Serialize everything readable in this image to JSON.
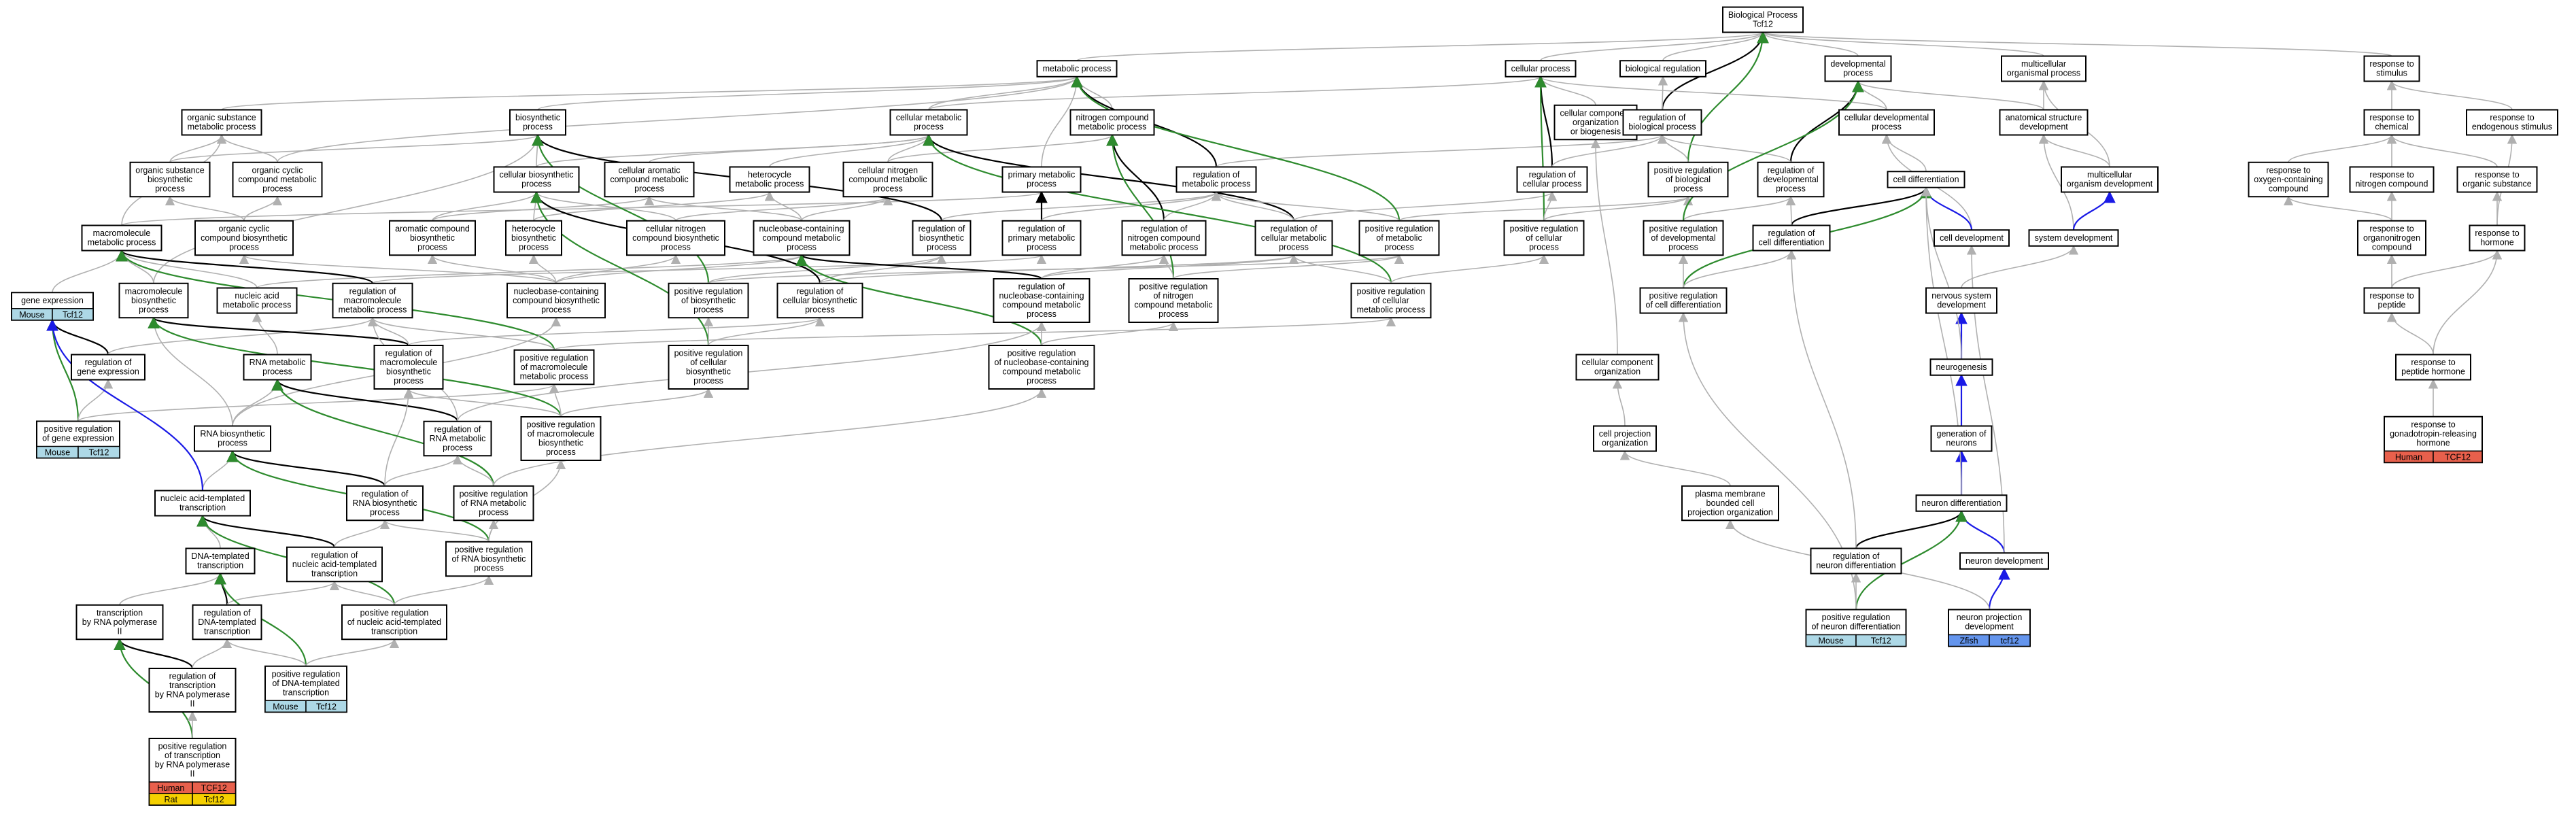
{
  "colors": {
    "edge_is_a": "#b0b0b0",
    "edge_regulates": "#000000",
    "edge_positively_regulates": "#2e8b2e",
    "edge_part_of": "#1a1ae6",
    "tag_mouse": "#add8e6",
    "tag_human": "#e8604c",
    "tag_rat": "#f5d000",
    "tag_zfish": "#6495ed"
  },
  "nodes": [
    {
      "id": "bp",
      "lines": [
        "Biological Process",
        "Tcf12"
      ]
    },
    {
      "id": "metabolic",
      "lines": [
        "metabolic process"
      ]
    },
    {
      "id": "cellular",
      "lines": [
        "cellular process"
      ]
    },
    {
      "id": "bioreg",
      "lines": [
        "biological regulation"
      ]
    },
    {
      "id": "developmental",
      "lines": [
        "developmental",
        "process"
      ]
    },
    {
      "id": "multicell",
      "lines": [
        "multicellular",
        "organismal process"
      ]
    },
    {
      "id": "response",
      "lines": [
        "response to",
        "stimulus"
      ]
    },
    {
      "id": "orgsub",
      "lines": [
        "organic substance",
        "metabolic process"
      ]
    },
    {
      "id": "biosynth",
      "lines": [
        "biosynthetic",
        "process"
      ]
    },
    {
      "id": "cellmet",
      "lines": [
        "cellular metabolic",
        "process"
      ]
    },
    {
      "id": "ncmet",
      "lines": [
        "nitrogen compound",
        "metabolic process"
      ]
    },
    {
      "id": "ccob",
      "lines": [
        "cellular component",
        "organization",
        "or biogenesis"
      ]
    },
    {
      "id": "regbio",
      "lines": [
        "regulation of",
        "biological process"
      ]
    },
    {
      "id": "celldev",
      "lines": [
        "cellular developmental",
        "process"
      ]
    },
    {
      "id": "anat",
      "lines": [
        "anatomical structure",
        "development"
      ]
    },
    {
      "id": "respchem",
      "lines": [
        "response to",
        "chemical"
      ]
    },
    {
      "id": "respendo",
      "lines": [
        "response to",
        "endogenous stimulus"
      ]
    },
    {
      "id": "orgsubbio",
      "lines": [
        "organic substance",
        "biosynthetic",
        "process"
      ]
    },
    {
      "id": "orgcyc",
      "lines": [
        "organic cyclic",
        "compound metabolic",
        "process"
      ]
    },
    {
      "id": "cellbio",
      "lines": [
        "cellular biosynthetic",
        "process"
      ]
    },
    {
      "id": "cellarom",
      "lines": [
        "cellular aromatic",
        "compound metabolic",
        "process"
      ]
    },
    {
      "id": "hetero",
      "lines": [
        "heterocycle",
        "metabolic process"
      ]
    },
    {
      "id": "cellnit",
      "lines": [
        "cellular nitrogen",
        "compound metabolic",
        "process"
      ]
    },
    {
      "id": "primary",
      "lines": [
        "primary metabolic",
        "process"
      ]
    },
    {
      "id": "regmet",
      "lines": [
        "regulation of",
        "metabolic process"
      ]
    },
    {
      "id": "regcell",
      "lines": [
        "regulation of",
        "cellular process"
      ]
    },
    {
      "id": "posregbio",
      "lines": [
        "positive regulation",
        "of biological",
        "process"
      ]
    },
    {
      "id": "regdev",
      "lines": [
        "regulation of",
        "developmental",
        "process"
      ]
    },
    {
      "id": "celldiff",
      "lines": [
        "cell differentiation"
      ]
    },
    {
      "id": "multidev",
      "lines": [
        "multicellular",
        "organism development"
      ]
    },
    {
      "id": "respoxy",
      "lines": [
        "response to",
        "oxygen-containing",
        "compound"
      ]
    },
    {
      "id": "respnit",
      "lines": [
        "response to",
        "nitrogen compound"
      ]
    },
    {
      "id": "resporg",
      "lines": [
        "response to",
        "organic substance"
      ]
    },
    {
      "id": "macro",
      "lines": [
        "macromolecule",
        "metabolic process"
      ]
    },
    {
      "id": "orgcycbio",
      "lines": [
        "organic cyclic",
        "compound biosynthetic",
        "process"
      ]
    },
    {
      "id": "aromb",
      "lines": [
        "aromatic compound",
        "biosynthetic",
        "process"
      ]
    },
    {
      "id": "hetbio",
      "lines": [
        "heterocycle",
        "biosynthetic",
        "process"
      ]
    },
    {
      "id": "cellnitbio",
      "lines": [
        "cellular nitrogen",
        "compound biosynthetic",
        "process"
      ]
    },
    {
      "id": "nucmet",
      "lines": [
        "nucleobase-containing",
        "compound metabolic",
        "process"
      ]
    },
    {
      "id": "regbiosyn",
      "lines": [
        "regulation of",
        "biosynthetic",
        "process"
      ]
    },
    {
      "id": "regprim",
      "lines": [
        "regulation of",
        "primary metabolic",
        "process"
      ]
    },
    {
      "id": "regnit",
      "lines": [
        "regulation of",
        "nitrogen compound",
        "metabolic process"
      ]
    },
    {
      "id": "regcellmet",
      "lines": [
        "regulation of",
        "cellular metabolic",
        "process"
      ]
    },
    {
      "id": "posregmet",
      "lines": [
        "positive regulation",
        "of metabolic",
        "process"
      ]
    },
    {
      "id": "posregcell",
      "lines": [
        "positive regulation",
        "of cellular",
        "process"
      ]
    },
    {
      "id": "posregdev",
      "lines": [
        "positive regulation",
        "of developmental",
        "process"
      ]
    },
    {
      "id": "regcelldiff",
      "lines": [
        "regulation of",
        "cell differentiation"
      ]
    },
    {
      "id": "celldevnode",
      "lines": [
        "cell development"
      ]
    },
    {
      "id": "sysdev",
      "lines": [
        "system development"
      ]
    },
    {
      "id": "respoxyn",
      "lines": [
        "response to",
        "organonitrogen",
        "compound"
      ]
    },
    {
      "id": "resphorm",
      "lines": [
        "response to",
        "hormone"
      ]
    },
    {
      "id": "geneexp",
      "lines": [
        "gene expression"
      ]
    },
    {
      "id": "macrobio",
      "lines": [
        "macromolecule",
        "biosynthetic",
        "process"
      ]
    },
    {
      "id": "nucacid",
      "lines": [
        "nucleic acid",
        "metabolic process"
      ]
    },
    {
      "id": "regmacro",
      "lines": [
        "regulation of",
        "macromolecule",
        "metabolic process"
      ]
    },
    {
      "id": "nucbio",
      "lines": [
        "nucleobase-containing",
        "compound biosynthetic",
        "process"
      ]
    },
    {
      "id": "posregbiosyn",
      "lines": [
        "positive regulation",
        "of biosynthetic",
        "process"
      ]
    },
    {
      "id": "regcellbio",
      "lines": [
        "regulation of",
        "cellular biosynthetic",
        "process"
      ]
    },
    {
      "id": "regnucmet",
      "lines": [
        "regulation of",
        "nucleobase-containing",
        "compound metabolic",
        "process"
      ]
    },
    {
      "id": "posregnit",
      "lines": [
        "positive regulation",
        "of nitrogen",
        "compound metabolic",
        "process"
      ]
    },
    {
      "id": "posregcellmet",
      "lines": [
        "positive regulation",
        "of cellular",
        "metabolic process"
      ]
    },
    {
      "id": "posregcelldiff",
      "lines": [
        "positive regulation",
        "of cell differentiation"
      ]
    },
    {
      "id": "nervdev",
      "lines": [
        "nervous system",
        "development"
      ]
    },
    {
      "id": "resppep",
      "lines": [
        "response to",
        "peptide"
      ]
    },
    {
      "id": "regge",
      "lines": [
        "regulation of",
        "gene expression"
      ]
    },
    {
      "id": "rnamet",
      "lines": [
        "RNA metabolic",
        "process"
      ]
    },
    {
      "id": "regmacrobio",
      "lines": [
        "regulation of",
        "macromolecule",
        "biosynthetic",
        "process"
      ]
    },
    {
      "id": "posregmacro",
      "lines": [
        "positive regulation",
        "of macromolecule",
        "metabolic process"
      ]
    },
    {
      "id": "posregcellbio",
      "lines": [
        "positive regulation",
        "of cellular",
        "biosynthetic",
        "process"
      ]
    },
    {
      "id": "posregnucmet",
      "lines": [
        "positive regulation",
        "of nucleobase-containing",
        "compound metabolic",
        "process"
      ]
    },
    {
      "id": "cco",
      "lines": [
        "cellular component",
        "organization"
      ]
    },
    {
      "id": "neurogen",
      "lines": [
        "neurogenesis"
      ]
    },
    {
      "id": "resppephorm",
      "lines": [
        "response to",
        "peptide hormone"
      ]
    },
    {
      "id": "posregge",
      "lines": [
        "positive regulation",
        "of gene expression"
      ],
      "tags": [
        [
          "Mouse",
          "Tcf12"
        ]
      ]
    },
    {
      "id": "rnabio",
      "lines": [
        "RNA biosynthetic",
        "process"
      ]
    },
    {
      "id": "regrnamet",
      "lines": [
        "regulation of",
        "RNA metabolic",
        "process"
      ]
    },
    {
      "id": "posregmacrobio",
      "lines": [
        "positive regulation",
        "of macromolecule",
        "biosynthetic",
        "process"
      ]
    },
    {
      "id": "cellproj",
      "lines": [
        "cell projection",
        "organization"
      ]
    },
    {
      "id": "genneur",
      "lines": [
        "generation of",
        "neurons"
      ]
    },
    {
      "id": "respgnrh",
      "lines": [
        "response to",
        "gonadotropin-releasing",
        "hormone"
      ],
      "tags": [
        [
          "Human",
          "TCF12"
        ]
      ]
    },
    {
      "id": "regrnabio",
      "lines": [
        "regulation of",
        "RNA biosynthetic",
        "process"
      ]
    },
    {
      "id": "posregrnamet",
      "lines": [
        "positive regulation",
        "of RNA metabolic",
        "process"
      ]
    },
    {
      "id": "pmbcp",
      "lines": [
        "plasma membrane",
        "bounded cell",
        "projection organization"
      ]
    },
    {
      "id": "neurdiff",
      "lines": [
        "neuron differentiation"
      ]
    },
    {
      "id": "nattrans",
      "lines": [
        "nucleic acid-templated",
        "transcription"
      ]
    },
    {
      "id": "dnatrans",
      "lines": [
        "DNA-templated",
        "transcription"
      ]
    },
    {
      "id": "regnattrans",
      "lines": [
        "regulation of",
        "nucleic acid-templated",
        "transcription"
      ]
    },
    {
      "id": "posregrnabio",
      "lines": [
        "positive regulation",
        "of RNA biosynthetic",
        "process"
      ]
    },
    {
      "id": "regneurdiff",
      "lines": [
        "regulation of",
        "neuron differentiation"
      ]
    },
    {
      "id": "neurondev",
      "lines": [
        "neuron development"
      ]
    },
    {
      "id": "transpol2",
      "lines": [
        "transcription",
        "by RNA polymerase",
        "II"
      ]
    },
    {
      "id": "regdnatrans",
      "lines": [
        "regulation of",
        "DNA-templated",
        "transcription"
      ]
    },
    {
      "id": "posregnattrans",
      "lines": [
        "positive regulation",
        "of nucleic acid-templated",
        "transcription"
      ]
    },
    {
      "id": "posregneurdiff",
      "lines": [
        "positive regulation",
        "of neuron differentiation"
      ],
      "tags": [
        [
          "Mouse",
          "Tcf12"
        ]
      ]
    },
    {
      "id": "neurproj",
      "lines": [
        "neuron projection",
        "development"
      ],
      "tags": [
        [
          "Zfish",
          "tcf12"
        ]
      ]
    },
    {
      "id": "regpol2",
      "lines": [
        "regulation of",
        "transcription",
        "by RNA polymerase",
        "II"
      ]
    },
    {
      "id": "posregdnatrans",
      "lines": [
        "positive regulation",
        "of DNA-templated",
        "transcription"
      ],
      "tags": [
        [
          "Mouse",
          "Tcf12"
        ]
      ]
    },
    {
      "id": "posregpol2",
      "lines": [
        "positive regulation",
        "of transcription",
        "by RNA polymerase",
        "II"
      ],
      "tags": [
        [
          "Human",
          "TCF12"
        ],
        [
          "Rat",
          "Tcf12"
        ]
      ]
    }
  ],
  "gene_expression_tag": [
    "Mouse",
    "Tcf12"
  ]
}
